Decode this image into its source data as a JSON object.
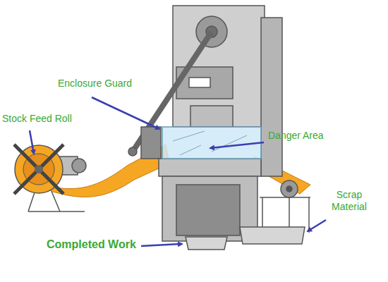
{
  "diagram": {
    "labels": [
      "Enclosure Guard",
      "Stock Feed Roll",
      "Danger Area",
      "Scrap Material",
      "Completed Work"
    ]
  }
}
